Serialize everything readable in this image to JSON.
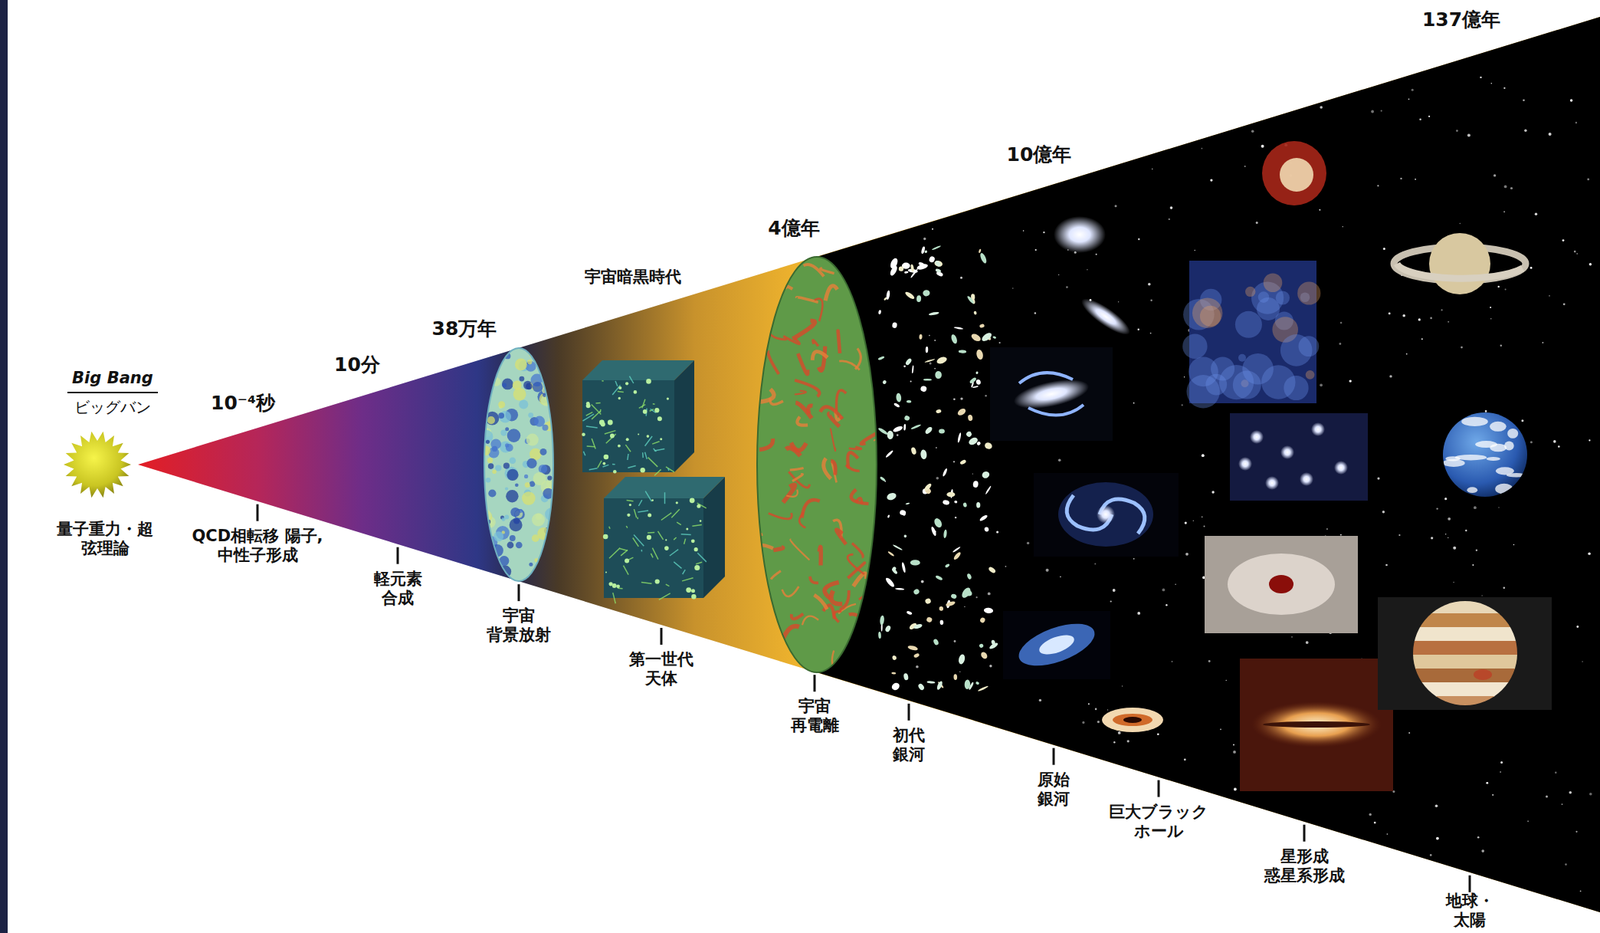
{
  "diagram": {
    "labels": [
      "137億年",
      "10億年",
      "4億年",
      "宇宙暗黒時代",
      "38万年",
      "10分",
      "10⁻⁴秒",
      "Big Bang",
      "ビッグバン",
      "量子重力・超弦理論",
      "QCD相転移 陽子, 中性子形成",
      "軽元素 合成",
      "宇宙 背景放射",
      "第一世代 天体",
      "宇宙 再電離",
      "初代 銀河",
      "原始 銀河",
      "巨大ブラック ホール",
      "星形成 惑星系形成",
      "地球・太陽"
    ]
  }
}
